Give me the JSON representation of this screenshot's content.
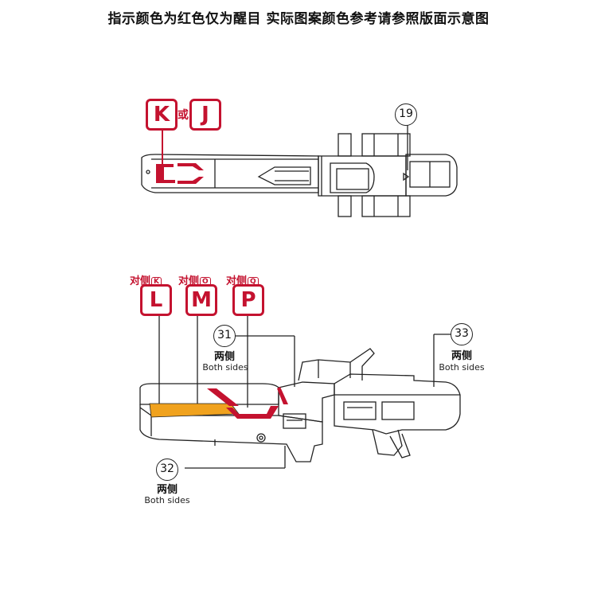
{
  "header": {
    "title": "指示颜色为红色仅为醒目  实际图案颜色参考请参照版面示意图"
  },
  "top_view": {
    "badge_left": "K",
    "or_text": "或",
    "badge_right": "J",
    "callout_number": "19"
  },
  "side_view": {
    "label_l": "对侧",
    "label_l_ref": "K",
    "label_m": "对侧",
    "label_m_ref": "O",
    "label_p": "对侧",
    "label_p_ref": "Q",
    "badge_l": "L",
    "badge_m": "M",
    "badge_p": "P",
    "callouts": [
      {
        "number": "31",
        "cn": "两侧",
        "en": "Both sides"
      },
      {
        "number": "32",
        "cn": "两侧",
        "en": "Both sides"
      },
      {
        "number": "33",
        "cn": "两侧",
        "en": "Both sides"
      }
    ]
  },
  "colors": {
    "accent_red": "#c4122f",
    "accent_orange": "#f0a21e",
    "line": "#222222"
  }
}
